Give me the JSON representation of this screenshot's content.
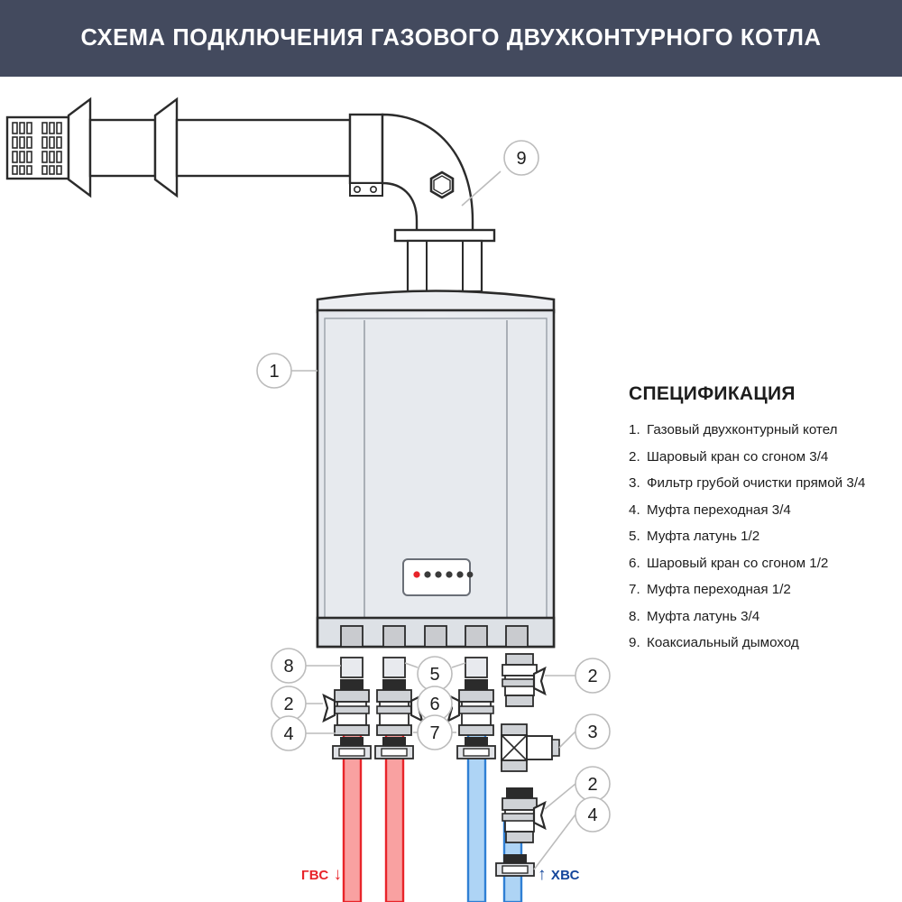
{
  "header": {
    "title": "СХЕМА ПОДКЛЮЧЕНИЯ ГАЗОВОГО ДВУХКОНТУРНОГО КОТЛА",
    "background_color": "#434a5e",
    "text_color": "#ffffff"
  },
  "spec": {
    "title": "СПЕЦИФИКАЦИЯ",
    "items": [
      {
        "num": "1.",
        "text": "Газовый двухконтурный котел"
      },
      {
        "num": "2.",
        "text": "Шаровый кран со сгоном 3/4"
      },
      {
        "num": "3.",
        "text": "Фильтр грубой очистки прямой 3/4"
      },
      {
        "num": "4.",
        "text": "Муфта переходная 3/4"
      },
      {
        "num": "5.",
        "text": "Муфта латунь 1/2"
      },
      {
        "num": "6.",
        "text": "Шаровый кран со сгоном 1/2"
      },
      {
        "num": "7.",
        "text": "Муфта переходная 1/2"
      },
      {
        "num": "8.",
        "text": "Муфта латунь 3/4"
      },
      {
        "num": "9.",
        "text": "Коаксиальный дымоход"
      }
    ]
  },
  "callouts": {
    "boiler": "1",
    "chimney": "9",
    "left_stack": [
      "8",
      "2",
      "4"
    ],
    "middle_stack": [
      "5",
      "6",
      "7"
    ],
    "right_stack": [
      "2",
      "3",
      "2",
      "4"
    ]
  },
  "flow_labels": {
    "hot_water": "ГВС",
    "hot_water_arrow": "↓",
    "hot_water_color": "#e8242a",
    "cold_water": "ХВС",
    "cold_water_arrow": "↑",
    "cold_water_color": "#13459b"
  },
  "colors": {
    "line": "#2b2b2b",
    "boiler_body": "#e8eaee",
    "boiler_panel": "#e3e6ea",
    "metal_light": "#f2f2f2",
    "metal_mid": "#c9cbcf",
    "metal_dark": "#2b2b2b",
    "pipe_red_fill": "#f9a1a1",
    "pipe_red_stroke": "#e8242a",
    "pipe_blue_fill": "#aed4f5",
    "pipe_blue_stroke": "#2f7fd4",
    "callout_stroke": "#bcbcbc",
    "leader": "#bcbcbc",
    "indicator_active": "#e8242a",
    "indicator_idle": "#3a3a3a"
  },
  "boiler": {
    "indicator_count": 6,
    "port_count": 5
  }
}
